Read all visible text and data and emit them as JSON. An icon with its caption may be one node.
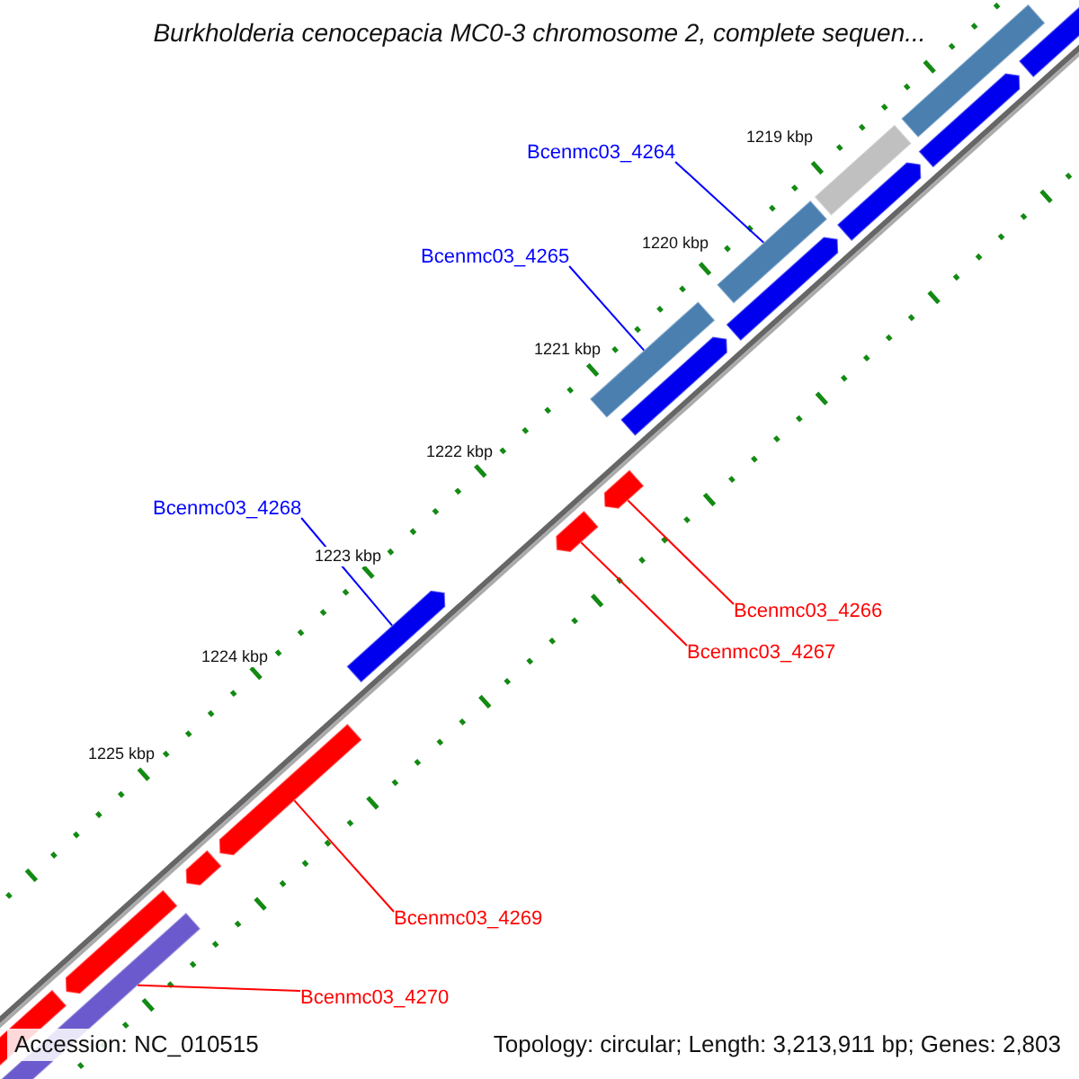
{
  "diagram": {
    "title": "Burkholderia cenocepacia MC0-3 chromosome 2, complete sequen...",
    "nodes": [
      {
        "text": [
          "Bcenmc03_4264"
        ]
      },
      {
        "text": [
          "Bcenmc03_4265"
        ]
      },
      {
        "text": [
          "Bcenmc03_4268"
        ]
      },
      {
        "text": [
          "Bcenmc03_4266"
        ]
      },
      {
        "text": [
          "Bcenmc03_4267"
        ]
      },
      {
        "text": [
          "Bcenmc03_4269"
        ]
      },
      {
        "text": [
          "Bcenmc03_4270"
        ]
      },
      {
        "text": [],
        "shape": "pentagon"
      },
      {
        "text": [],
        "shape": "bar"
      },
      {
        "text": [],
        "shape": "pentagon"
      },
      {
        "text": [],
        "shape": "bar"
      },
      {
        "text": [],
        "shape": "pentagon"
      },
      {
        "text": [],
        "shape": "bar"
      },
      {
        "text": [],
        "shape": "pentagon"
      },
      {
        "text": [],
        "shape": "bar"
      },
      {
        "text": [],
        "shape": "pentagon"
      },
      {
        "text": [],
        "shape": "pentagon"
      },
      {
        "text": [],
        "shape": "pentagon"
      },
      {
        "text": [],
        "shape": "pentagon"
      },
      {
        "text": [],
        "shape": "pentagon"
      },
      {
        "text": [],
        "shape": "pentagon"
      },
      {
        "text": [],
        "shape": "pentagon"
      },
      {
        "text": [],
        "shape": "bar"
      },
      {
        "text": [],
        "shape": "pentagon"
      }
    ],
    "edges": [
      {
        "from": 0,
        "to": 12,
        "arrow": "none",
        "color": "#0000ff"
      },
      {
        "from": 1,
        "to": 14,
        "arrow": "none",
        "color": "#0000ff"
      },
      {
        "from": 2,
        "to": 18,
        "arrow": "none",
        "color": "#0000ff"
      },
      {
        "from": 3,
        "to": 16,
        "arrow": "none",
        "color": "#ff0000"
      },
      {
        "from": 4,
        "to": 17,
        "arrow": "none",
        "color": "#ff0000"
      },
      {
        "from": 5,
        "to": 19,
        "arrow": "none",
        "color": "#ff0000"
      },
      {
        "from": 6,
        "to": 22,
        "arrow": "none",
        "color": "#ff0000"
      }
    ],
    "labels": [
      "1219 kbp",
      "1220 kbp",
      "1221 kbp",
      "1222 kbp",
      "1223 kbp",
      "1224 kbp",
      "1225 kbp",
      "Accession: NC_010515",
      "Topology: circular; Length: 3,213,911 bp; Genes: 2,803"
    ]
  }
}
